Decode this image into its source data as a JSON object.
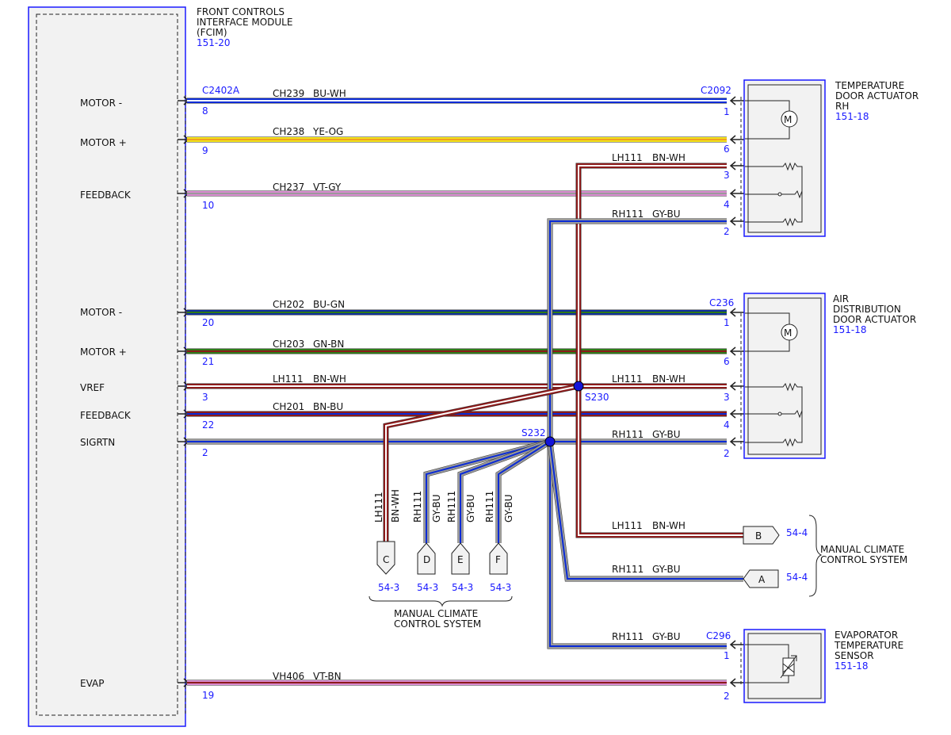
{
  "colors": {
    "accent_blue": "#1a1aff",
    "BU": "#0a2bd6",
    "BU_dark": "#0e2f9c",
    "YE": "#f3e21a",
    "OG": "#f0a020",
    "VT": "#d98bd0",
    "GY": "#9a9a9a",
    "WH": "#ffffff",
    "GN": "#2f7a18",
    "BN": "#8b1a1a",
    "splice": "#1414d8"
  },
  "fcim": {
    "title_lines": [
      "FRONT CONTROLS",
      "INTERFACE MODULE",
      "(FCIM)"
    ],
    "ref": "151-20",
    "connector": "C2402A",
    "pins": [
      {
        "label": "MOTOR -",
        "pin": "8"
      },
      {
        "label": "MOTOR +",
        "pin": "9"
      },
      {
        "label": "FEEDBACK",
        "pin": "10"
      },
      {
        "label": "MOTOR -",
        "pin": "20"
      },
      {
        "label": "MOTOR +",
        "pin": "21"
      },
      {
        "label": "VREF",
        "pin": "3"
      },
      {
        "label": "FEEDBACK",
        "pin": "22"
      },
      {
        "label": "SIGRTN",
        "pin": "2"
      },
      {
        "label": "EVAP",
        "pin": "19"
      }
    ]
  },
  "wires": [
    {
      "circuit": "CH239",
      "color": "BU-WH"
    },
    {
      "circuit": "CH238",
      "color": "YE-OG"
    },
    {
      "circuit": "LH111",
      "color": "BN-WH"
    },
    {
      "circuit": "CH237",
      "color": "VT-GY"
    },
    {
      "circuit": "RH111",
      "color": "GY-BU"
    },
    {
      "circuit": "CH202",
      "color": "BU-GN"
    },
    {
      "circuit": "CH203",
      "color": "GN-BN"
    },
    {
      "circuit": "LH111",
      "color": "BN-WH"
    },
    {
      "circuit": "LH111",
      "color": "BN-WH"
    },
    {
      "circuit": "CH201",
      "color": "BN-BU"
    },
    {
      "circuit": "RH111",
      "color": "GY-BU"
    },
    {
      "circuit": "LH111",
      "color": "BN-WH"
    },
    {
      "circuit": "RH111",
      "color": "GY-BU"
    },
    {
      "circuit": "RH111",
      "color": "GY-BU"
    },
    {
      "circuit": "VH406",
      "color": "VT-BN"
    }
  ],
  "actuators": [
    {
      "title_lines": [
        "TEMPERATURE",
        "DOOR ACTUATOR",
        "RH"
      ],
      "ref": "151-18",
      "connector": "C2092",
      "pins": [
        "1",
        "6",
        "3",
        "4",
        "2"
      ]
    },
    {
      "title_lines": [
        "AIR",
        "DISTRIBUTION",
        "DOOR ACTUATOR"
      ],
      "ref": "151-18",
      "connector": "C236",
      "pins": [
        "1",
        "6",
        "3",
        "4",
        "2"
      ]
    },
    {
      "title_lines": [
        "EVAPORATOR",
        "TEMPERATURE",
        "SENSOR"
      ],
      "ref": "151-18",
      "connector": "C296",
      "pins": [
        "1",
        "2"
      ]
    }
  ],
  "splices": [
    {
      "id": "S230"
    },
    {
      "id": "S232"
    }
  ],
  "bottom_connectors": [
    {
      "letter": "C",
      "circuit": "LH111",
      "color": "BN-WH",
      "ref": "54-3"
    },
    {
      "letter": "D",
      "circuit": "RH111",
      "color": "GY-BU",
      "ref": "54-3"
    },
    {
      "letter": "E",
      "circuit": "RH111",
      "color": "GY-BU",
      "ref": "54-3"
    },
    {
      "letter": "F",
      "circuit": "RH111",
      "color": "GY-BU",
      "ref": "54-3"
    }
  ],
  "bottom_group_label": [
    "MANUAL CLIMATE",
    "CONTROL SYSTEM"
  ],
  "right_connectors": [
    {
      "letter": "B",
      "ref": "54-4"
    },
    {
      "letter": "A",
      "ref": "54-4"
    }
  ],
  "right_group_label": [
    "MANUAL CLIMATE",
    "CONTROL SYSTEM"
  ]
}
